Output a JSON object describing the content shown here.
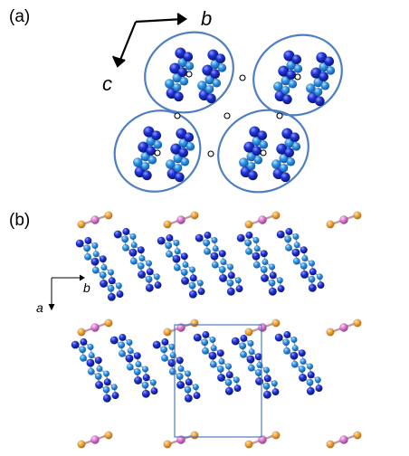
{
  "figure": {
    "panel_a": {
      "label": "(a)",
      "axes": {
        "horizontal": "b",
        "vertical": "c"
      },
      "colors": {
        "ellipse_outline": "#4f7fc0",
        "atom_light": "#2f95e8",
        "atom_dark": "#1428d6",
        "bond": "#9aa7c2",
        "inversion_center": "#000000"
      }
    },
    "panel_b": {
      "label": "(b)",
      "axes": {
        "horizontal": "b",
        "vertical": "a"
      },
      "colors": {
        "atom_light": "#2f95e8",
        "atom_dark": "#1428d6",
        "anion_pink": "#d77ad0",
        "anion_orange": "#efa43a",
        "anion_bond": "#c898a0",
        "unit_cell": "#3f6fb8"
      }
    }
  }
}
